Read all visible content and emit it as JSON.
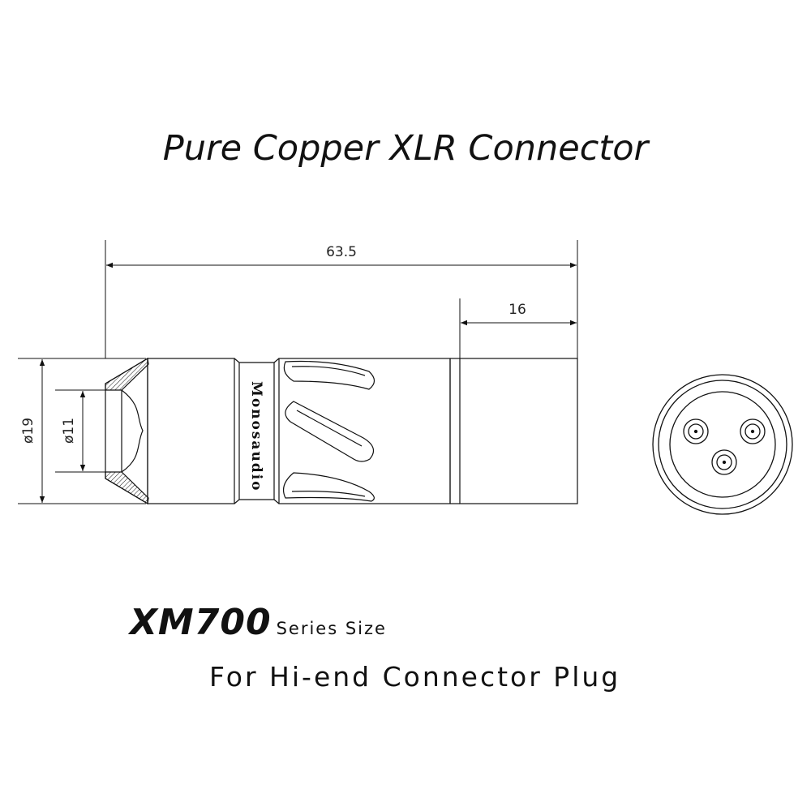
{
  "title": "Pure Copper XLR Connector",
  "dimensions": {
    "overall_length": "63.5",
    "rear_length": "16",
    "outer_diameter": "ø19",
    "inner_diameter": "ø11"
  },
  "brand": "Monosaudio",
  "model": "XM700",
  "series_label": "Series Size",
  "tagline": "For Hi-end Connector Plug",
  "colors": {
    "line": "#111111",
    "background": "#ffffff"
  }
}
